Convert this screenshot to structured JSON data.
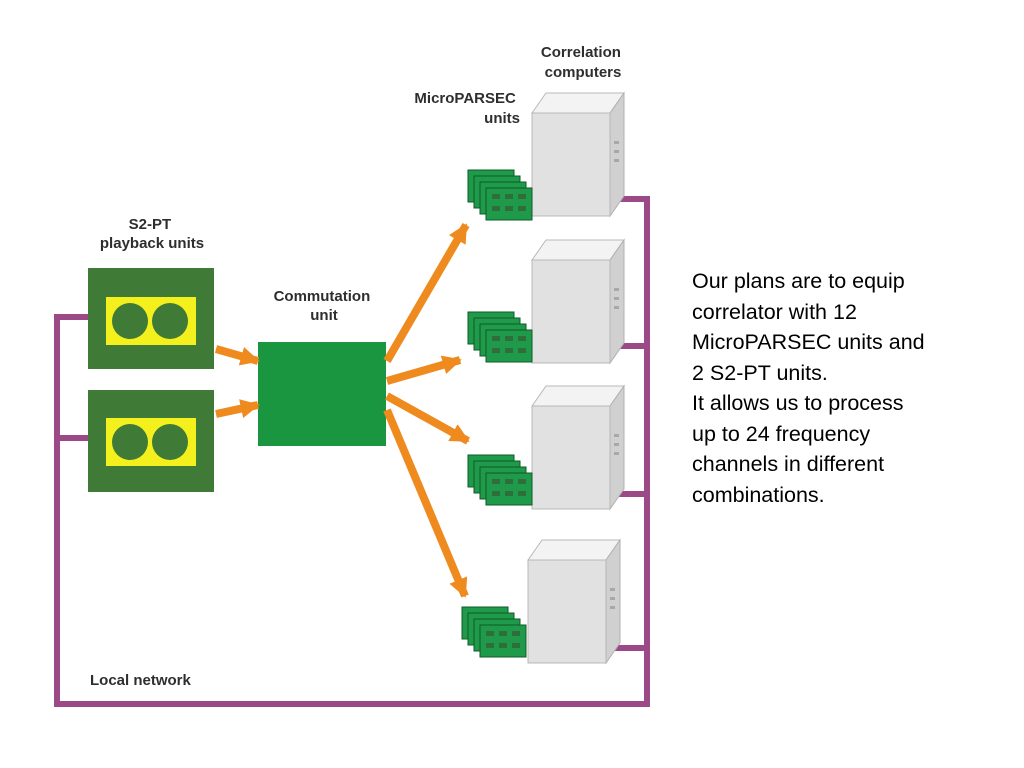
{
  "labels": {
    "s2pt": [
      "S2-PT",
      "playback units"
    ],
    "commutation": [
      "Commutation",
      "unit"
    ],
    "microparsec": [
      "MicroPARSEC",
      "units"
    ],
    "correlation": [
      "Correlation",
      "computers"
    ],
    "network": "Local network"
  },
  "description": {
    "lines": [
      "Our plans are to equip",
      "correlator with 12",
      "MicroPARSEC units and",
      "2 S2-PT units.",
      "It allows us to process",
      "up to 24 frequency",
      "channels in different",
      "combinations."
    ]
  },
  "colors": {
    "network": "#9b4a87",
    "arrow": "#ef8a1f",
    "playback_box": "#3f7a36",
    "reel_band": "#f4f01e",
    "reel": "#3f7a36",
    "commutation": "#1a9640",
    "board": "#1f9a4a",
    "chip": "#2f6e3b",
    "computer_front": "#e1e1e1",
    "computer_top": "#f3f3f3",
    "computer_side": "#d0d0d0"
  }
}
